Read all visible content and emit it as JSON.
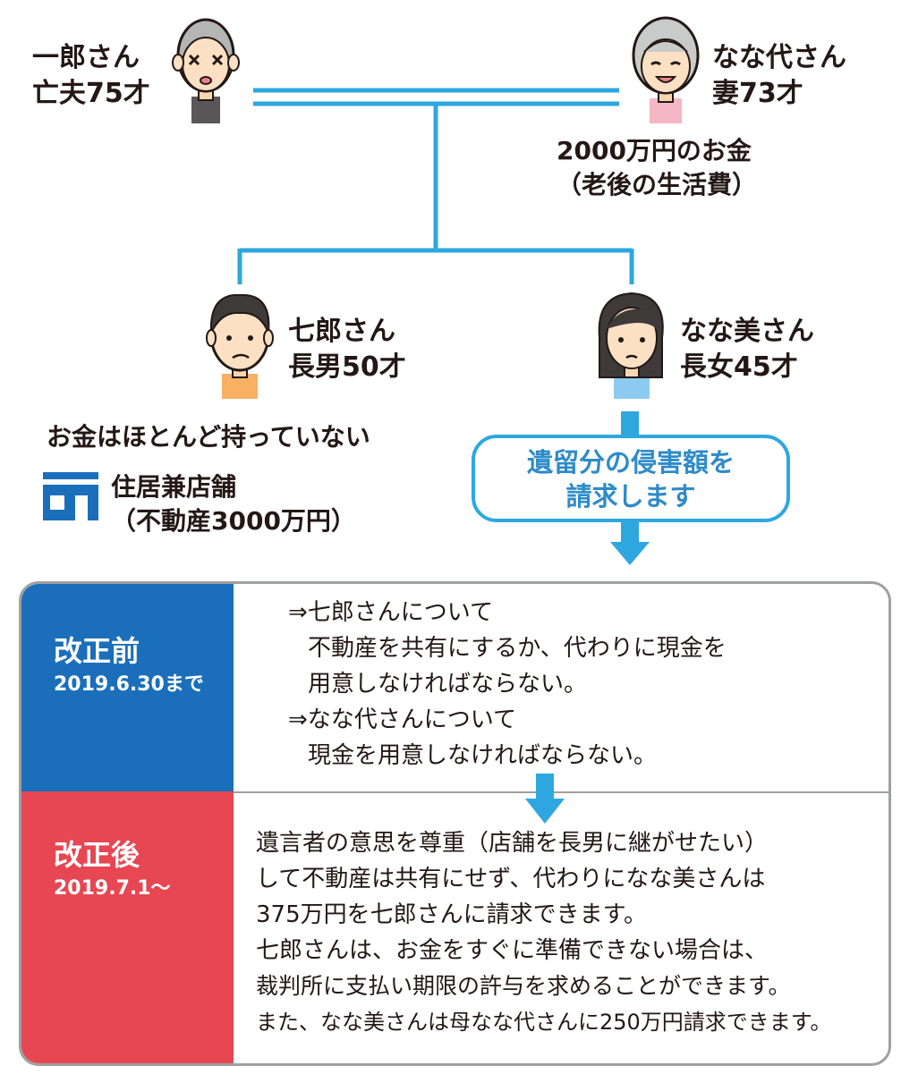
{
  "people": {
    "ichiro": {
      "name": "一郎さん",
      "relation": "亡夫75才"
    },
    "nanayo": {
      "name": "なな代さん",
      "relation": "妻73才",
      "note_line1": "2000万円のお金",
      "note_line2": "（老後の生活費）"
    },
    "shichiro": {
      "name": "七郎さん",
      "relation": "長男50才"
    },
    "nanami": {
      "name": "なな美さん",
      "relation": "長女45才"
    }
  },
  "shichiro_assets": {
    "money_note": "お金はほとんど持っていない",
    "property_line1": "住居兼店舗",
    "property_line2": "（不動産3000万円）"
  },
  "callout": {
    "line1": "遺留分の侵害額を",
    "line2": "請求します"
  },
  "before": {
    "title": "改正前",
    "date": "2019.6.30まで",
    "lines": [
      "⇒七郎さんについて",
      "不動産を共有にするか、代わりに現金を",
      "用意しなければならない。",
      "⇒なな代さんについて",
      "現金を用意しなければならない。"
    ]
  },
  "after": {
    "title": "改正後",
    "date": "2019.7.1〜",
    "lines": [
      "遺言者の意思を尊重（店舗を長男に継がせたい）",
      "して不動産は共有にせず、代わりになな美さんは",
      "375万円を七郎さんに請求できます。",
      "七郎さんは、お金をすぐに準備できない場合は、",
      "裁判所に支払い期限の許与を求めることができます。",
      "また、なな美さんは母なな代さんに250万円請求できます。"
    ]
  },
  "colors": {
    "line": "#2ea7e0",
    "before": "#1b6fba",
    "after": "#e64752",
    "border": "#9fa0a0"
  },
  "icons": [
    "deceased-man-icon",
    "elderly-woman-icon",
    "son-icon",
    "daughter-icon",
    "shop-icon",
    "down-arrow-icon"
  ]
}
